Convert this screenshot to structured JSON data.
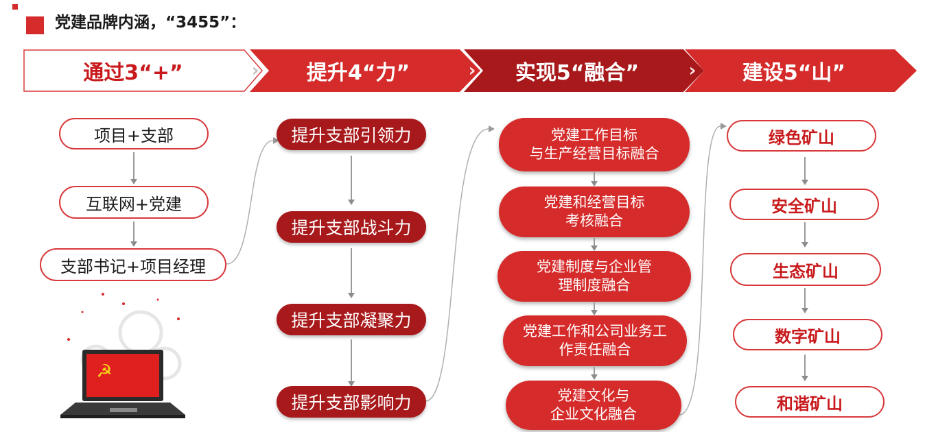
{
  "header": {
    "title": "党建品牌内涵，“3455”："
  },
  "banners": [
    {
      "label": "通过3“+”"
    },
    {
      "label": "提升4“力”"
    },
    {
      "label": "实现5“融合”"
    },
    {
      "label": "建设5“山”"
    }
  ],
  "col1": {
    "items": [
      "项目+支部",
      "互联网+党建",
      "支部书记+项目经理"
    ]
  },
  "col2": {
    "items": [
      "提升支部引领力",
      "提升支部战斗力",
      "提升支部凝聚力",
      "提升支部影响力"
    ]
  },
  "col3": {
    "items": [
      {
        "line1": "党建工作目标",
        "line2": "与生产经营目标融合"
      },
      {
        "line1": "党建和经营目标",
        "line2": "考核融合"
      },
      {
        "line1": "党建制度与企业管",
        "line2": "理制度融合"
      },
      {
        "line1": "党建工作和公司业务工",
        "line2": "作责任融合"
      },
      {
        "line1": "党建文化与",
        "line2": "企业文化融合"
      }
    ]
  },
  "col4": {
    "items": [
      "绿色矿山",
      "安全矿山",
      "生态矿山",
      "数字矿山",
      "和谐矿山"
    ]
  },
  "colors": {
    "primary_red": "#d62b2b",
    "dark_red": "#a8191b",
    "title_red": "#c81a1c"
  },
  "icons": {
    "illustration": "laptop-party-emblem-icon"
  }
}
